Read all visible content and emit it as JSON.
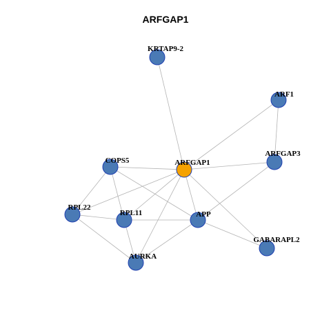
{
  "title": "ARFGAP1",
  "colors": {
    "hub": "#f5a200",
    "node": "#4a7ab5",
    "node_border": "#1f3fb0",
    "edge": "#b3b3b3"
  },
  "nodes": [
    {
      "id": "ARFGAP1",
      "label": "ARFGAP1",
      "role": "hub"
    },
    {
      "id": "KRTAP9-2",
      "label": "KRTAP9-2",
      "role": "neighbor"
    },
    {
      "id": "ARF1",
      "label": "ARF1",
      "role": "neighbor"
    },
    {
      "id": "ARFGAP3",
      "label": "ARFGAP3",
      "role": "neighbor"
    },
    {
      "id": "COPS5",
      "label": "COPS5",
      "role": "neighbor"
    },
    {
      "id": "RPL22",
      "label": "RPL22",
      "role": "neighbor"
    },
    {
      "id": "RPL11",
      "label": "RPL11",
      "role": "neighbor"
    },
    {
      "id": "APP",
      "label": "APP",
      "role": "neighbor"
    },
    {
      "id": "GABARAPL2",
      "label": "GABARAPL2",
      "role": "neighbor"
    },
    {
      "id": "AURKA",
      "label": "AURKA",
      "role": "neighbor"
    }
  ],
  "edges": [
    [
      "ARFGAP1",
      "KRTAP9-2"
    ],
    [
      "ARFGAP1",
      "ARF1"
    ],
    [
      "ARFGAP1",
      "ARFGAP3"
    ],
    [
      "ARFGAP1",
      "COPS5"
    ],
    [
      "ARFGAP1",
      "RPL22"
    ],
    [
      "ARFGAP1",
      "RPL11"
    ],
    [
      "ARFGAP1",
      "APP"
    ],
    [
      "ARFGAP1",
      "GABARAPL2"
    ],
    [
      "ARFGAP1",
      "AURKA"
    ],
    [
      "ARF1",
      "ARFGAP3"
    ],
    [
      "ARFGAP3",
      "APP"
    ],
    [
      "COPS5",
      "RPL22"
    ],
    [
      "COPS5",
      "RPL11"
    ],
    [
      "COPS5",
      "APP"
    ],
    [
      "RPL22",
      "RPL11"
    ],
    [
      "RPL22",
      "AURKA"
    ],
    [
      "RPL11",
      "APP"
    ],
    [
      "RPL11",
      "AURKA"
    ],
    [
      "APP",
      "AURKA"
    ],
    [
      "APP",
      "GABARAPL2"
    ]
  ]
}
